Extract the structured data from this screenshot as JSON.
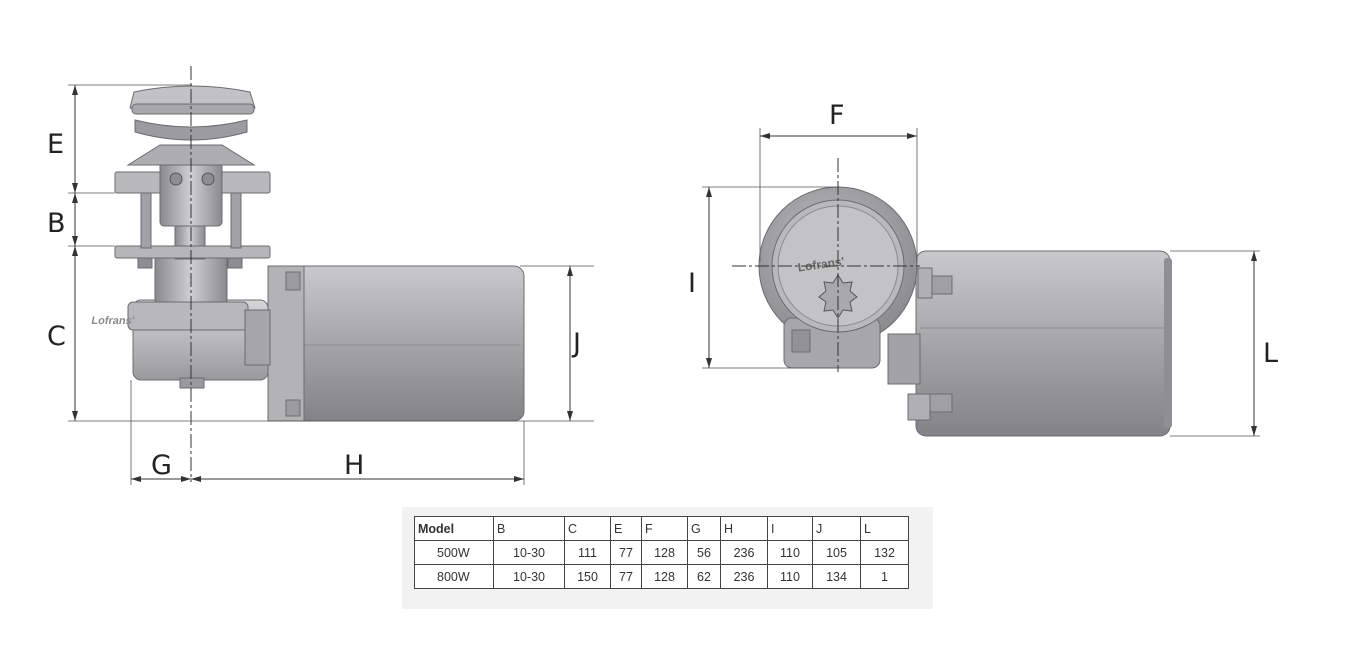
{
  "labels": {
    "E": "E",
    "B": "B",
    "C": "C",
    "G": "G",
    "H": "H",
    "J": "J",
    "F": "F",
    "I": "I",
    "L": "L"
  },
  "brand": "Lofrans'",
  "table": {
    "headers": [
      "Model",
      "B",
      "C",
      "E",
      "F",
      "G",
      "H",
      "I",
      "J",
      "L"
    ],
    "rows": [
      [
        "500W",
        "10-30",
        "111",
        "77",
        "128",
        "56",
        "236",
        "110",
        "105",
        "132"
      ],
      [
        "800W",
        "10-30",
        "150",
        "77",
        "128",
        "62",
        "236",
        "110",
        "134",
        "1"
      ]
    ]
  }
}
